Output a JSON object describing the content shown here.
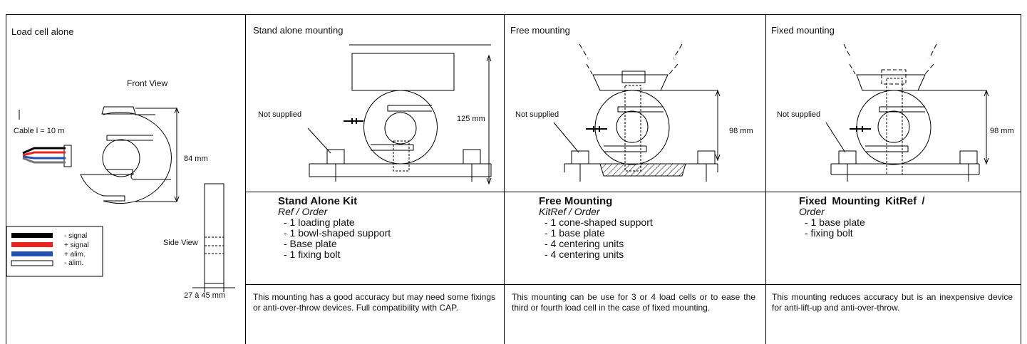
{
  "headers": {
    "load_cell": "Load cell alone",
    "stand_alone": "Stand alone mounting",
    "free": "Free mounting",
    "fixed": "Fixed mounting"
  },
  "load_cell": {
    "front_view": "Front View",
    "side_view": "Side View",
    "cable": "Cable l = 10 m",
    "height": "84 mm",
    "width": "27 à 45 mm",
    "wires": [
      {
        "label": "- signal",
        "color": "#000000"
      },
      {
        "label": "+ signal",
        "color": "#e8241c"
      },
      {
        "label": "+ alim.",
        "color": "#2450b4"
      },
      {
        "label": "- alim.",
        "color": "#ffffff"
      }
    ]
  },
  "stand_alone": {
    "not_supplied": "Not supplied",
    "height": "125 mm"
  },
  "free": {
    "not_supplied": "Not supplied",
    "height": "98 mm"
  },
  "fixed": {
    "not_supplied": "Not supplied",
    "height": "98 mm"
  },
  "kits": {
    "stand_alone": {
      "title": "Stand Alone Kit",
      "ref": "Ref / Order",
      "items": [
        "- 1 loading plate",
        "- 1 bowl-shaped support",
        "- Base plate",
        "- 1 fixing bolt"
      ]
    },
    "free": {
      "title": "Free Mounting",
      "ref": "KitRef / Order",
      "items": [
        "- 1 cone-shaped support",
        "- 1 base plate",
        "- 4 centering units",
        "- 4 centering units"
      ]
    },
    "fixed": {
      "title": "Fixed Mounting KitRef /",
      "ref": "Order",
      "items": [
        "- 1 base plate",
        "- fixing bolt"
      ]
    }
  },
  "notes": {
    "stand_alone": "This mounting has a good accuracy but may need some fixings or anti-over-throw devices. Full compatibility with CAP.",
    "free": "This mounting can be use for 3 or 4 load cells or to ease the third or fourth load cell in the case of fixed mounting.",
    "fixed": "This mounting reduces accuracy but is an inexpensive device for anti-lift-up and anti-over-throw."
  }
}
